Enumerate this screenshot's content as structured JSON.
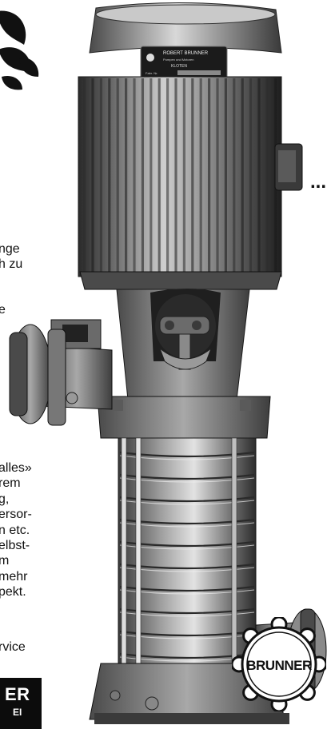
{
  "ad": {
    "ellipsis": "...",
    "copy_top": [
      "nge",
      "h zu"
    ],
    "copy_mid": [
      "e"
    ],
    "copy_body": [
      "alles»",
      "rem",
      "g,",
      "ersor-",
      "n etc.",
      "elbst-",
      "m",
      "mehr",
      "pekt."
    ],
    "copy_service": "rvice",
    "logo_box": {
      "line1": "ER",
      "line2": "EI"
    }
  },
  "pump": {
    "nameplate_lines": [
      "ROBERT BRUNNER",
      "Pumpen und Motoren",
      "KLOTEN"
    ],
    "nameplate_small": "Fabr. Nr."
  },
  "seal": {
    "brand": "BRUNNER"
  },
  "colors": {
    "ink": "#111111",
    "metal_dark": "#3a3a3a",
    "metal_mid": "#8a8a8a",
    "metal_light": "#d4d4d4",
    "paper": "#ffffff"
  },
  "icons": {
    "leaf": "leaf-icon",
    "seal": "gear-seal-icon"
  }
}
